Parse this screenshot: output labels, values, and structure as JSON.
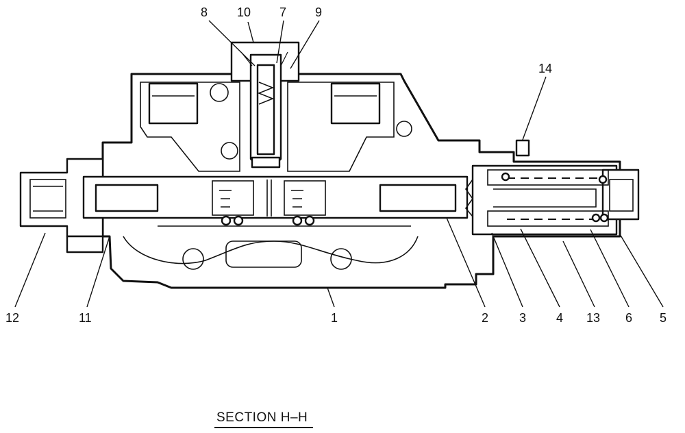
{
  "callouts": {
    "c1": "1",
    "c2": "2",
    "c3": "3",
    "c4": "4",
    "c5": "5",
    "c6": "6",
    "c7": "7",
    "c8": "8",
    "c9": "9",
    "c10": "10",
    "c11": "11",
    "c12": "12",
    "c13": "13",
    "c14": "14"
  },
  "caption": "SECTION  H–H"
}
